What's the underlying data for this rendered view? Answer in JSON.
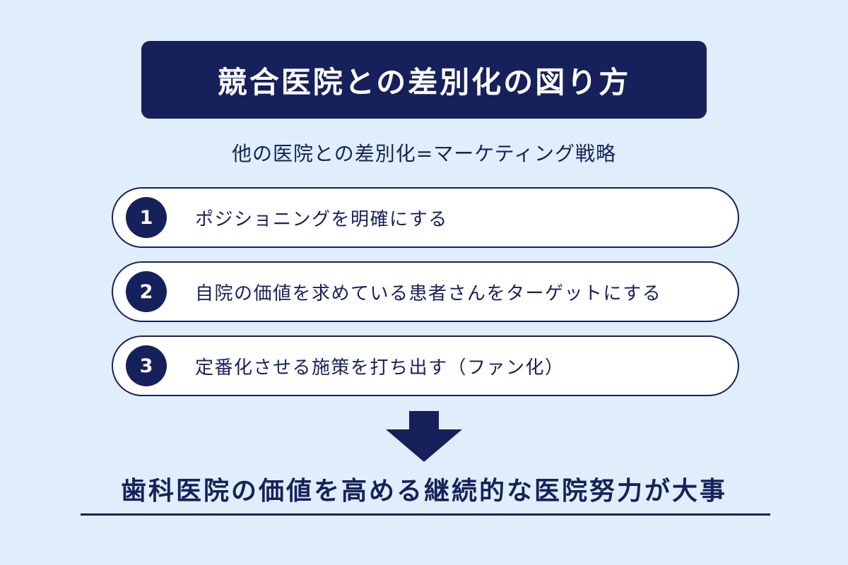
{
  "title": "競合医院との差別化の図り方",
  "subtitle": "他の医院との差別化=マーケティング戦略",
  "steps": [
    {
      "number": "1",
      "text": "ポジショニングを明確にする"
    },
    {
      "number": "2",
      "text": "自院の価値を求めている患者さんをターゲットにする"
    },
    {
      "number": "3",
      "text": "定番化させる施策を打ち出す（ファン化）"
    }
  ],
  "conclusion": "歯科医院の価値を高める継続的な医院努力が大事",
  "colors": {
    "navy": "#16215c",
    "background": "#e0eefb",
    "card": "#ffffff"
  },
  "icons": {
    "arrow": "down-arrow-icon"
  }
}
